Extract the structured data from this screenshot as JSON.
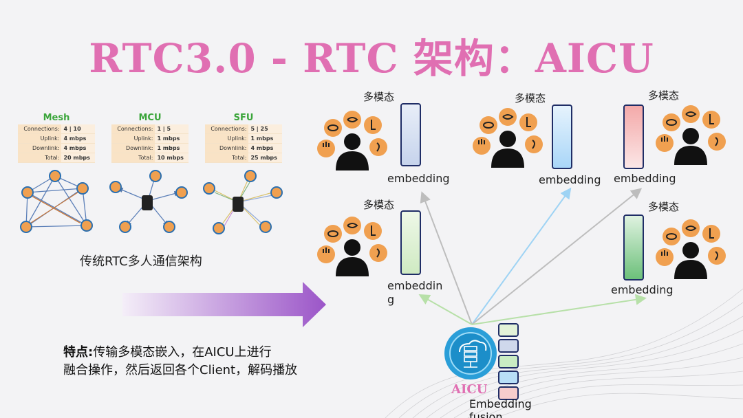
{
  "title": "RTC3.0 - RTC 架构：AICU",
  "comparisons": [
    {
      "name": "Mesh",
      "rows": [
        {
          "k": "Connections:",
          "v": "4 | 10"
        },
        {
          "k": "Uplink:",
          "v": "4 mbps"
        },
        {
          "k": "Downlink:",
          "v": "4 mbps"
        },
        {
          "k": "Total:",
          "v": "20 mbps"
        }
      ]
    },
    {
      "name": "MCU",
      "rows": [
        {
          "k": "Connections:",
          "v": "1 | 5"
        },
        {
          "k": "Uplink:",
          "v": "1 mbps"
        },
        {
          "k": "Downlink:",
          "v": "1 mbps"
        },
        {
          "k": "Total:",
          "v": "10 mbps"
        }
      ]
    },
    {
      "name": "SFU",
      "rows": [
        {
          "k": "Connections:",
          "v": "5 | 25"
        },
        {
          "k": "Uplink:",
          "v": "1 mbps"
        },
        {
          "k": "Downlink:",
          "v": "4 mbps"
        },
        {
          "k": "Total:",
          "v": "25 mbps"
        }
      ]
    }
  ],
  "traditional_caption": "传统RTC多人通信架构",
  "clients": [
    {
      "modality": "多模态",
      "embedding": "embedding",
      "bar_color": "#d6e0f2"
    },
    {
      "modality": "多模态",
      "embedding": "embedding",
      "bar_color": "#bfe0fa"
    },
    {
      "modality": "多模态",
      "embedding": "embedding",
      "bar_color": "#f6cfd0"
    },
    {
      "modality": "多模态",
      "embedding": "embeddin\ng",
      "bar_color": "#dcf0d4"
    },
    {
      "modality": "多模态",
      "embedding": "embedding",
      "bar_color": "#a6dab0"
    }
  ],
  "aicu": {
    "label": "AICU",
    "fusion_label": "Embedding\nfusion",
    "stack_colors": [
      "#e3f2d8",
      "#cfd8ec",
      "#c9ecc3",
      "#b8def7",
      "#f6cccc"
    ]
  },
  "feature": {
    "bold": "特点:",
    "text": "传输多模态嵌入，在AICU上进行",
    "line2": "融合操作，然后返回各个Client，解码播放"
  },
  "colors": {
    "title": "#e06fb2",
    "arrow_start": "#f4eef8",
    "arrow_end": "#9b55c8",
    "orange": "#f0a050"
  }
}
